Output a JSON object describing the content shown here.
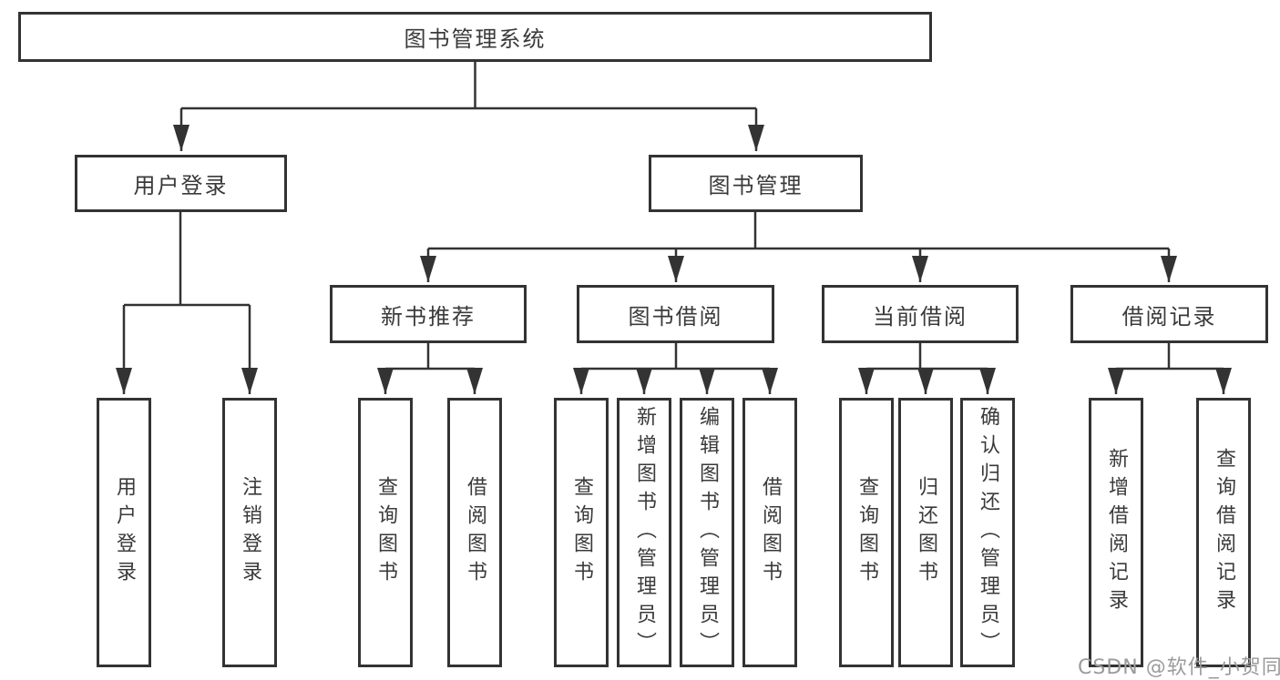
{
  "colors": {
    "line": "#333333",
    "box_border": "#333333",
    "text": "#3a3a3a",
    "background": "#ffffff",
    "watermark": "#9b9b9b"
  },
  "watermark": {
    "text": "CSDN @软件_小贺同学"
  },
  "tree": {
    "root": {
      "label": "图书管理系统",
      "children": [
        {
          "label": "用户登录",
          "children": [
            {
              "label": "用户登录"
            },
            {
              "label": "注销登录"
            }
          ]
        },
        {
          "label": "图书管理",
          "children": [
            {
              "label": "新书推荐",
              "children": [
                {
                  "label": "查询图书"
                },
                {
                  "label": "借阅图书"
                }
              ]
            },
            {
              "label": "图书借阅",
              "children": [
                {
                  "label": "查询图书"
                },
                {
                  "label": "新增图书（管理员）"
                },
                {
                  "label": "编辑图书（管理员）"
                },
                {
                  "label": "借阅图书"
                }
              ]
            },
            {
              "label": "当前借阅",
              "children": [
                {
                  "label": "查询图书"
                },
                {
                  "label": "归还图书"
                },
                {
                  "label": "确认归还（管理员）"
                }
              ]
            },
            {
              "label": "借阅记录",
              "children": [
                {
                  "label": "新增借阅记录"
                },
                {
                  "label": "查询借阅记录"
                }
              ]
            }
          ]
        }
      ]
    }
  }
}
